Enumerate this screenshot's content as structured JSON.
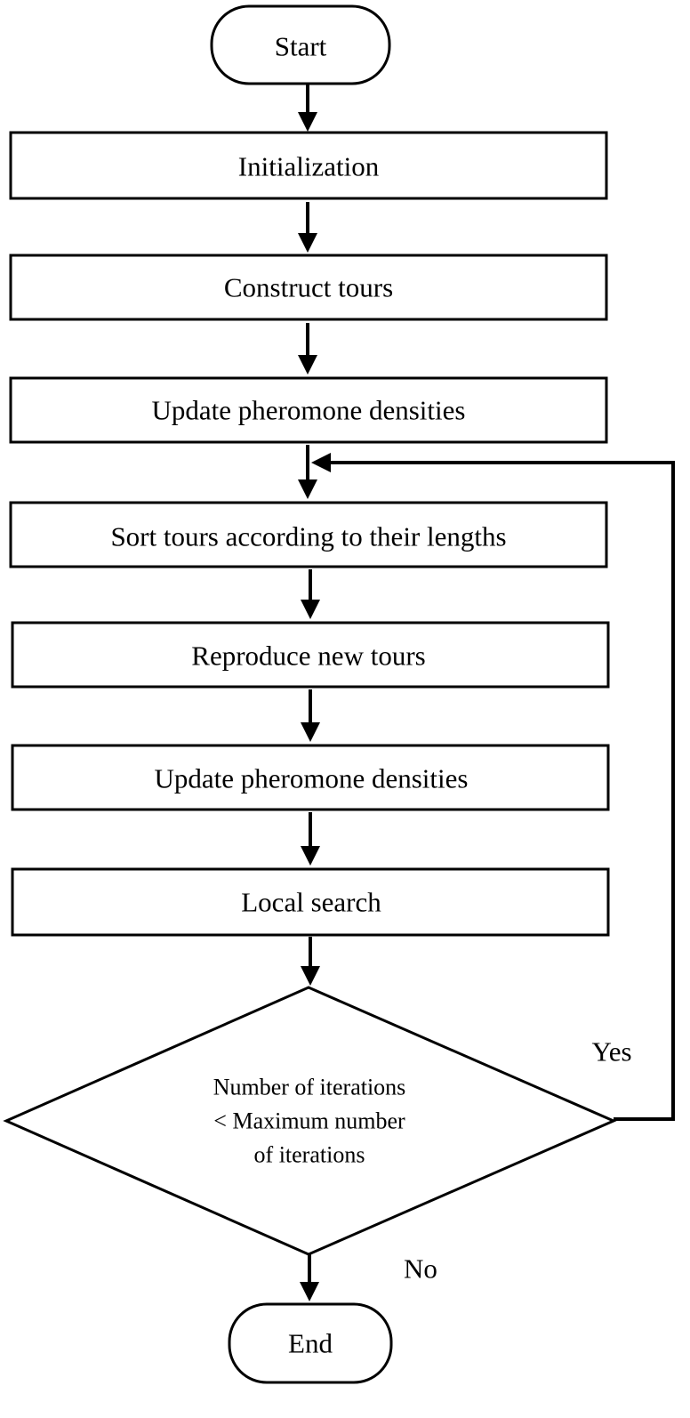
{
  "flowchart": {
    "start": "Start",
    "steps": [
      "Initialization",
      "Construct tours",
      "Update pheromone densities",
      "Sort tours according to their lengths",
      "Reproduce new tours",
      "Update pheromone densities",
      "Local search"
    ],
    "decision": {
      "lines": [
        "Number of iterations",
        "< Maximum number",
        "of iterations"
      ]
    },
    "yes_label": "Yes",
    "no_label": "No",
    "end": "End"
  }
}
